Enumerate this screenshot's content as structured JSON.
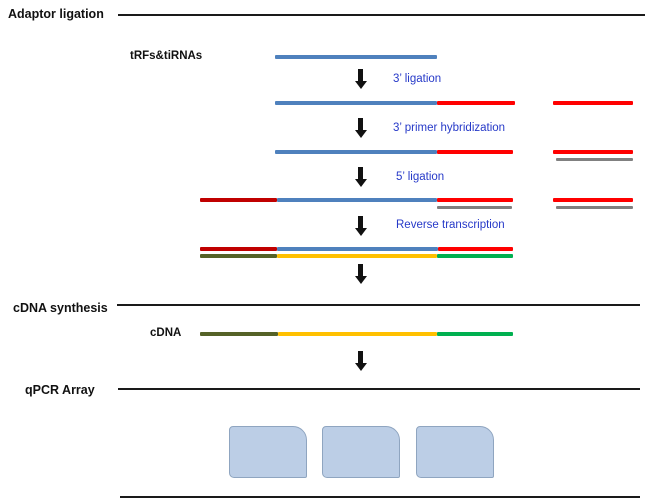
{
  "sections": [
    {
      "label": "Adaptor ligation"
    },
    {
      "label": "cDNA synthesis"
    },
    {
      "label": "qPCR Array"
    }
  ],
  "molecules": {
    "input_label": "tRFs&tiRNAs",
    "cdna_label": "cDNA"
  },
  "steps": [
    {
      "label": "3’ ligation"
    },
    {
      "label": "3’ primer hybridization"
    },
    {
      "label": "5’ ligation"
    },
    {
      "label": "Reverse transcription"
    }
  ],
  "strands": [
    {
      "row": "input tRFs&tiRNAs",
      "top": [
        "rna_blue"
      ]
    },
    {
      "row": "after 3’ ligation",
      "top": [
        "rna_blue",
        "adaptor_red"
      ],
      "side_reagent": [
        "adaptor_red"
      ]
    },
    {
      "row": "after 3’ primer hybridization",
      "top": [
        "rna_blue",
        "adaptor_red"
      ],
      "side_reagent": [
        "adaptor_red",
        "primer_gray"
      ]
    },
    {
      "row": "after 5’ ligation",
      "top": [
        "adaptor_dark_red",
        "rna_blue",
        "adaptor_red"
      ],
      "bottom": [
        "primer_gray"
      ],
      "side_reagent": [
        "adaptor_red",
        "primer_gray"
      ]
    },
    {
      "row": "after reverse transcription",
      "top": [
        "adaptor_dark_red",
        "rna_blue",
        "adaptor_red"
      ],
      "bottom": [
        "cdna_olive",
        "cdna_yellow",
        "cdna_green"
      ]
    },
    {
      "row": "cDNA",
      "top": [
        "cdna_olive",
        "cdna_yellow",
        "cdna_green"
      ]
    }
  ],
  "plates": {
    "count": 3
  },
  "colors": {
    "rna_blue": "#4F81BD",
    "adaptor_red": "#FF0000",
    "adaptor_dark_red": "#C00000",
    "primer_gray": "#808080",
    "cdna_olive": "#556227",
    "cdna_yellow": "#FFC000",
    "cdna_green": "#00B050",
    "step_text_blue": "#2639C8",
    "plate_fill": "#BCCEE6",
    "plate_border": "#8FA5C0",
    "line_black": "#1a1a1a"
  }
}
